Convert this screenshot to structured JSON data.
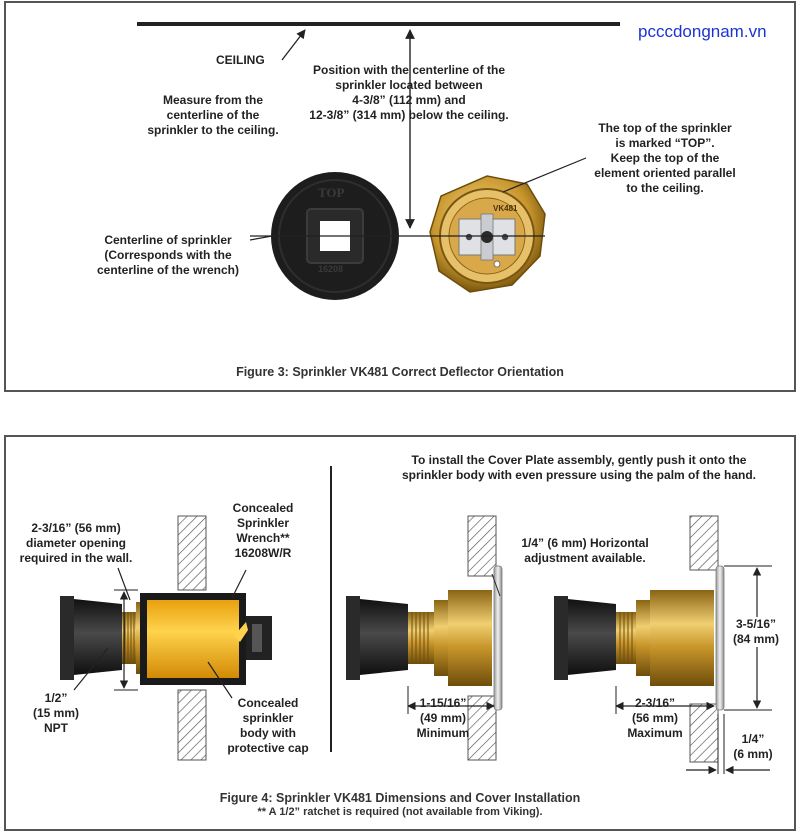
{
  "watermark": "pcccdongnam.vn",
  "figure3": {
    "caption": "Figure 3:  Sprinkler VK481 Correct Deflector Orientation",
    "labels": {
      "ceiling": "CEILING",
      "position": "Position with the centerline of the\nsprinkler located between\n4-3/8” (112 mm) and\n12-3/8” (314 mm) below the ceiling.",
      "measure": "Measure from the\ncenterline of the\nsprinkler to the ceiling.",
      "top_marked": "The top of the sprinkler\nis marked “TOP”.\nKeep the top of the\nelement oriented parallel\nto the ceiling.",
      "centerline": "Centerline of sprinkler\n(Corresponds with the\ncenterline of the wrench)"
    },
    "wrench_marks": {
      "top": "TOP",
      "part": "16208"
    },
    "element_mark": "VK481"
  },
  "figure4": {
    "caption": "Figure 4:  Sprinkler VK481 Dimensions and Cover Installation",
    "footnote": "** A 1/2” ratchet is required (not available from Viking).",
    "labels": {
      "install": "To install the Cover Plate assembly, gently push it onto the\nsprinkler body with even pressure using the palm of the hand.",
      "diameter": "2-3/16” (56 mm)\ndiameter opening\nrequired in the wall.",
      "wrench": "Concealed\nSprinkler\nWrench**\n16208W/R",
      "npt": "1/2”\n(15 mm)\nNPT",
      "body": "Concealed\nsprinkler\nbody with\nprotective cap",
      "horizontal": "1/4” (6 mm) Horizontal\nadjustment available.",
      "min": "1-15/16”\n(49 mm)\nMinimum",
      "max": "2-3/16”\n(56 mm)\nMaximum",
      "height": "3-5/16”\n(84 mm)",
      "quarter": "1/4”\n(6 mm)"
    }
  },
  "colors": {
    "ink": "#222222",
    "brass": "#d4a43a",
    "brass_dark": "#8a6414",
    "cap_yellow": "#f6b71a",
    "rubber": "#1c1c1c",
    "watermark": "#1a33d6"
  }
}
